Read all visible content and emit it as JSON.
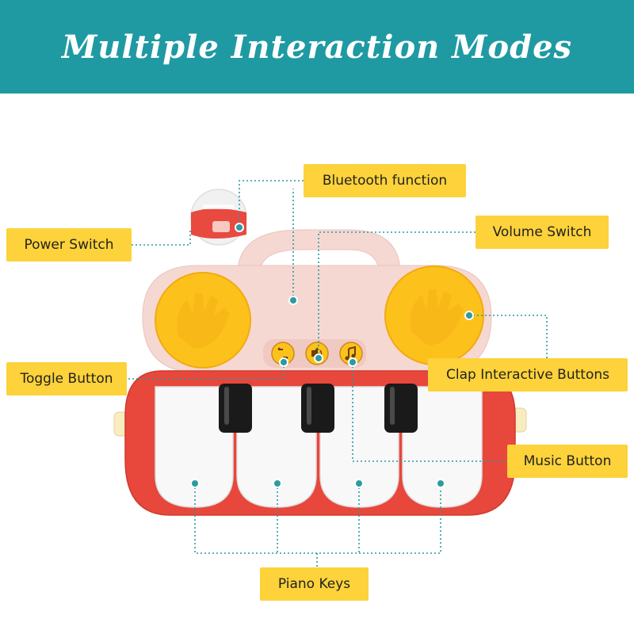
{
  "title": "Multiple Interaction Modes",
  "colors": {
    "banner": "#1f9aa3",
    "callout": "#fdd23a",
    "leader": "#2d9aa0",
    "body_red": "#e8473c",
    "handle_pink": "#f6d8d2",
    "pad_yellow": "#fcc21b"
  },
  "labels": {
    "bluetooth": "Bluetooth function",
    "power": "Power Switch",
    "volume": "Volume Switch",
    "toggle": "Toggle Button",
    "clap": "Clap Interactive Buttons",
    "music": "Music Button",
    "piano": "Piano Keys"
  },
  "icons": {
    "toggle": "toggle-icon",
    "volume": "speaker-icon",
    "music": "music-note-icon"
  }
}
